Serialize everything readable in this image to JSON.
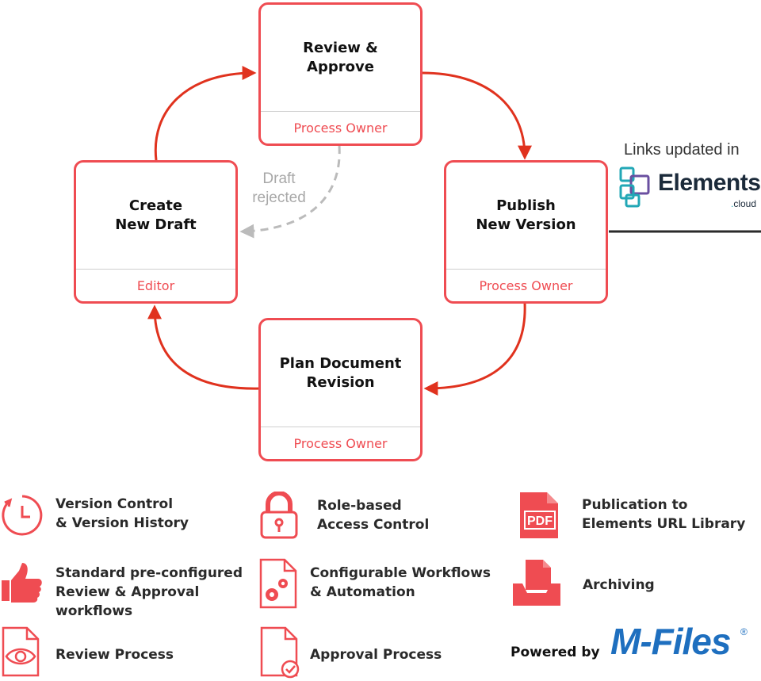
{
  "steps": {
    "review": {
      "title": "Review &\nApprove",
      "role": "Process Owner"
    },
    "create": {
      "title": "Create\nNew Draft",
      "role": "Editor"
    },
    "publish": {
      "title": "Publish\nNew Version",
      "role": "Process Owner"
    },
    "plan": {
      "title": "Plan Document\nRevision",
      "role": "Process Owner"
    }
  },
  "rejected_label": "Draft\nrejected",
  "links_label": "Links updated in",
  "elements_logo": {
    "word": "Elements",
    "suffix": "cloud"
  },
  "features": {
    "version_control": {
      "label": "Version Control\n& Version History",
      "icon": "clock-icon"
    },
    "role_access": {
      "label": "Role-based\nAccess Control",
      "icon": "padlock-icon"
    },
    "publication": {
      "label": "Publication to\nElements URL Library",
      "icon": "pdf-file-icon",
      "icon_text": "PDF"
    },
    "standard_workflows": {
      "label": "Standard pre-configured\nReview & Approval\nworkflows",
      "icon": "thumbs-up-icon"
    },
    "configurable_workflows": {
      "label": "Configurable Workflows\n& Automation",
      "icon": "gears-document-icon"
    },
    "archiving": {
      "label": "Archiving",
      "icon": "archive-tray-icon"
    },
    "review_process": {
      "label": "Review Process",
      "icon": "eye-document-icon"
    },
    "approval_process": {
      "label": "Approval Process",
      "icon": "check-document-icon"
    }
  },
  "powered_by": {
    "label": "Powered by",
    "brand": "M-Files",
    "registered": "®"
  },
  "colors": {
    "accent": "#ef4c52",
    "arrow": "#e0321e",
    "muted": "#a8a8a8",
    "brand_blue": "#1e6fbf",
    "elements_teal": "#22a7b6",
    "elements_purple": "#6a4fa0"
  }
}
